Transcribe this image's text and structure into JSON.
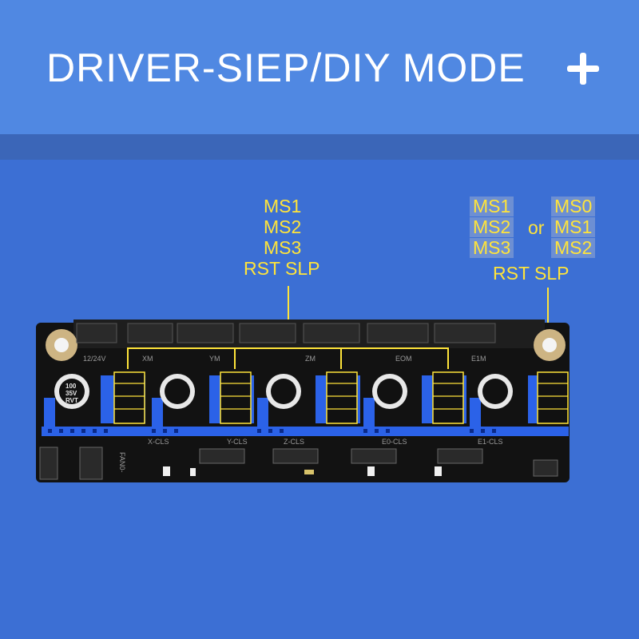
{
  "header": {
    "title": "DRIVER-SIEP/DIY MODE",
    "plus_icon": "plus-icon"
  },
  "left_labels": {
    "ms1": "MS1",
    "ms2": "MS2",
    "ms3": "MS3",
    "rst_slp": "RST SLP"
  },
  "right_labels": {
    "group_a": [
      "MS1",
      "MS2",
      "MS3"
    ],
    "or": "or",
    "group_b": [
      "MS0",
      "MS1",
      "MS2"
    ],
    "rst_slp": "RST SLP"
  },
  "board": {
    "top_labels": [
      "12/24V",
      "XM",
      "YM",
      "ZM",
      "EOM",
      "E1M"
    ],
    "bottom_labels": [
      "X-CLS",
      "Y-CLS",
      "Z-CLS",
      "E0-CLS",
      "E1-CLS"
    ],
    "fan_label": "FAN0-",
    "cap_label": [
      "100",
      "35V",
      "RVT"
    ]
  },
  "colors": {
    "background": "#3c6fd4",
    "banner": "#5088e2",
    "accent": "#ffe43a",
    "pcb": "#121212",
    "header_blue": "#2b62e8"
  }
}
